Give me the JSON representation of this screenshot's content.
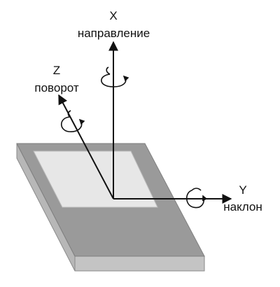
{
  "axes": {
    "x": {
      "letter": "X",
      "name": "направление"
    },
    "z": {
      "letter": "Z",
      "name": "поворот"
    },
    "y": {
      "letter": "Y",
      "name": "наклон"
    }
  },
  "colors": {
    "device_top": "#999999",
    "device_side": "#bbbbbb",
    "device_screen": "#e6e6e6",
    "device_edge": "#777777",
    "axis_stroke": "#111111"
  },
  "icons": {
    "x_rotation": "rotation-arrow-icon",
    "z_rotation": "rotation-arrow-icon",
    "y_rotation": "rotation-arrow-icon"
  }
}
